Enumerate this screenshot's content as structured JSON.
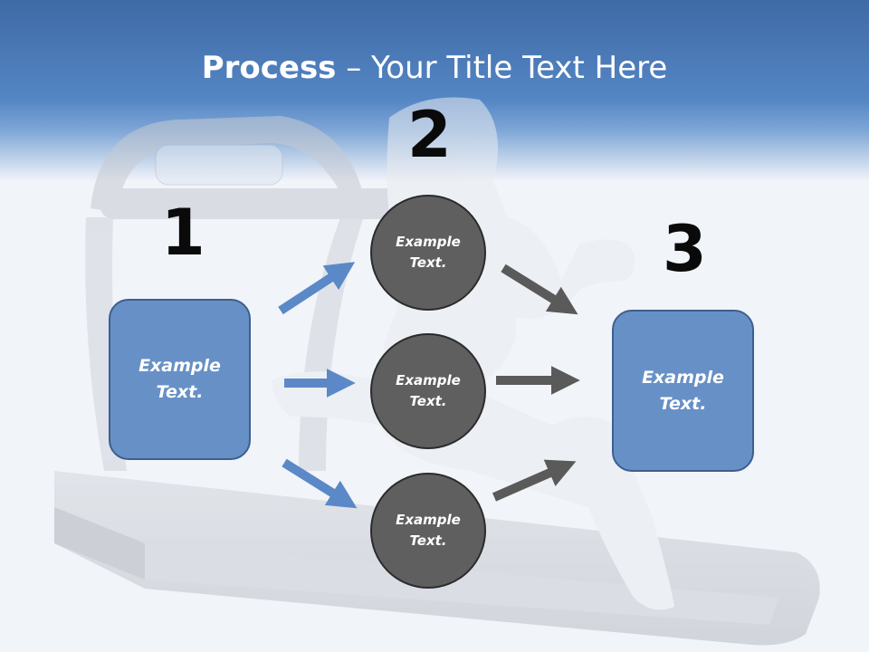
{
  "slide": {
    "title_bold": "Process",
    "title_rest": " – Your Title Text Here"
  },
  "steps": {
    "one": {
      "number": "1",
      "line1": "Example",
      "line2": "Text."
    },
    "two": {
      "number": "2"
    },
    "three": {
      "number": "3",
      "line1": "Example",
      "line2": "Text."
    }
  },
  "circles": [
    {
      "line1": "Example",
      "line2": "Text."
    },
    {
      "line1": "Example",
      "line2": "Text."
    },
    {
      "line1": "Example",
      "line2": "Text."
    }
  ],
  "colors": {
    "header_blue": "#4f7fbf",
    "box_fill": "#6790c6",
    "box_border": "#3d5f8f",
    "circle_fill": "#5f5f5f",
    "circle_border": "#2b2b2b",
    "arrow_blue": "#5b88c7",
    "arrow_gray": "#5a5a5a"
  },
  "icons": {
    "background": "treadmill-runner-image"
  }
}
